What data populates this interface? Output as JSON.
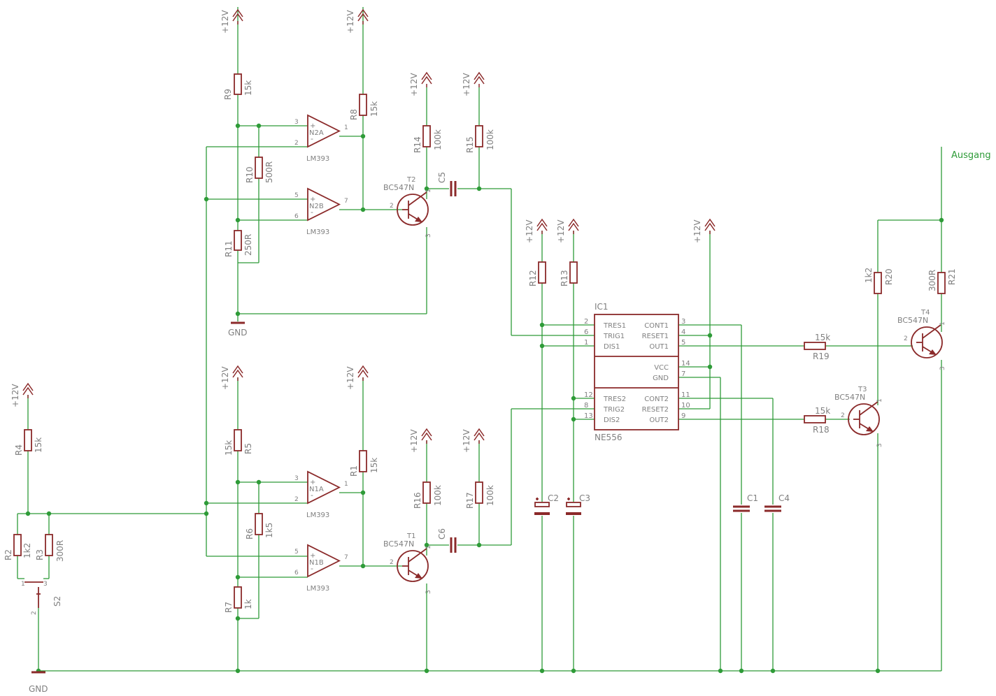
{
  "colors": {
    "wire": "#2e9b38",
    "symbol": "#8b2a2a",
    "text": "#808080",
    "net_label": "#2e9b38"
  },
  "supply_label": "+12V",
  "ground_label": "GND",
  "output_label": "Ausgang",
  "resistors": [
    {
      "ref": "R9",
      "value": "15k"
    },
    {
      "ref": "R8",
      "value": "15k"
    },
    {
      "ref": "R10",
      "value": "500R"
    },
    {
      "ref": "R11",
      "value": "250R"
    },
    {
      "ref": "R14",
      "value": "100k"
    },
    {
      "ref": "R15",
      "value": "100k"
    },
    {
      "ref": "R12",
      "value": ""
    },
    {
      "ref": "R13",
      "value": ""
    },
    {
      "ref": "R4",
      "value": "15k"
    },
    {
      "ref": "R2",
      "value": "1k2"
    },
    {
      "ref": "R3",
      "value": "300R"
    },
    {
      "ref": "R5",
      "value": "15k"
    },
    {
      "ref": "R1",
      "value": "15k"
    },
    {
      "ref": "R6",
      "value": "1k5"
    },
    {
      "ref": "R7",
      "value": "1k"
    },
    {
      "ref": "R16",
      "value": "100k"
    },
    {
      "ref": "R17",
      "value": "100k"
    },
    {
      "ref": "R20",
      "value": "1k2"
    },
    {
      "ref": "R21",
      "value": "300R"
    },
    {
      "ref": "R19",
      "value": "15k"
    },
    {
      "ref": "R18",
      "value": "15k"
    }
  ],
  "opamps": [
    {
      "ref": "N2A",
      "part": "LM393",
      "pins": [
        "3",
        "2",
        "1"
      ]
    },
    {
      "ref": "N2B",
      "part": "LM393",
      "pins": [
        "5",
        "6",
        "7"
      ]
    },
    {
      "ref": "N1A",
      "part": "LM393",
      "pins": [
        "3",
        "2",
        "1"
      ]
    },
    {
      "ref": "N1B",
      "part": "LM393",
      "pins": [
        "5",
        "6",
        "7"
      ]
    }
  ],
  "transistors": [
    {
      "ref": "T2",
      "part": "BC547N",
      "pins": [
        "1",
        "2",
        "3"
      ]
    },
    {
      "ref": "T1",
      "part": "BC547N",
      "pins": [
        "1",
        "2",
        "3"
      ]
    },
    {
      "ref": "T4",
      "part": "BC547N",
      "pins": [
        "1",
        "2",
        "3"
      ]
    },
    {
      "ref": "T3",
      "part": "BC547N",
      "pins": [
        "1",
        "2",
        "3"
      ]
    }
  ],
  "capacitors": [
    {
      "ref": "C5"
    },
    {
      "ref": "C6"
    },
    {
      "ref": "C2"
    },
    {
      "ref": "C3"
    },
    {
      "ref": "C1"
    },
    {
      "ref": "C4"
    }
  ],
  "switch": {
    "ref": "S2",
    "pins": [
      "1",
      "3",
      "2"
    ]
  },
  "ic": {
    "ref": "IC1",
    "part": "NE556",
    "left_pins": [
      {
        "num": "2",
        "name": "TRES1"
      },
      {
        "num": "6",
        "name": "TRIG1"
      },
      {
        "num": "1",
        "name": "DIS1"
      },
      {
        "num": "12",
        "name": "TRES2"
      },
      {
        "num": "8",
        "name": "TRIG2"
      },
      {
        "num": "13",
        "name": "DIS2"
      }
    ],
    "right_pins": [
      {
        "num": "3",
        "name": "CONT1"
      },
      {
        "num": "4",
        "name": "RESET1"
      },
      {
        "num": "5",
        "name": "OUT1"
      },
      {
        "num": "14",
        "name": "VCC"
      },
      {
        "num": "7",
        "name": "GND"
      },
      {
        "num": "11",
        "name": "CONT2"
      },
      {
        "num": "10",
        "name": "RESET2"
      },
      {
        "num": "9",
        "name": "OUT2"
      }
    ]
  }
}
